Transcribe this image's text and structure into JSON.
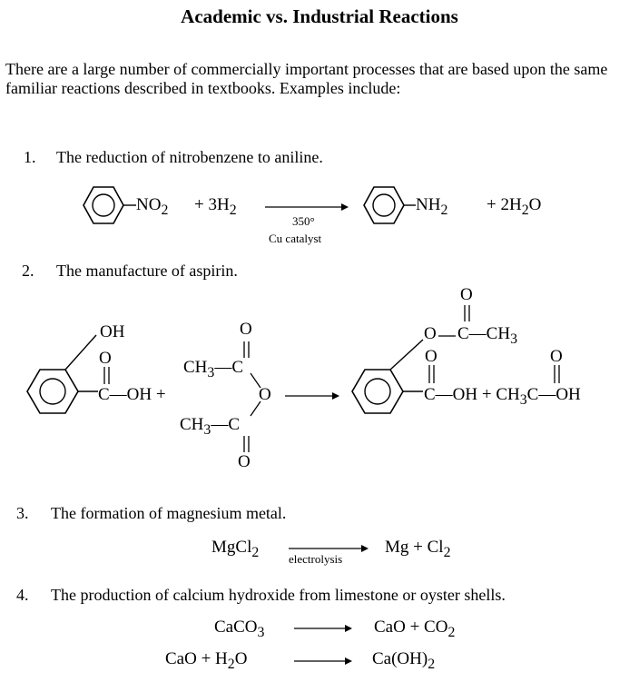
{
  "title": "Academic vs. Industrial Reactions",
  "intro": "There are a large number of commercially important processes that are based upon the same familiar reactions described in textbooks. Examples include:",
  "items": [
    {
      "number": "1.",
      "text": "The reduction of nitrobenzene to aniline."
    },
    {
      "number": "2.",
      "text": "The manufacture of aspirin."
    },
    {
      "number": "3.",
      "text": "The formation of magnesium metal."
    },
    {
      "number": "4.",
      "text": "The production of calcium hydroxide from limestone or oyster shells."
    }
  ],
  "reaction1": {
    "reactant_group": "NO",
    "reactant_group_sub": "2",
    "plus1": "+ 3H",
    "plus1_sub": "2",
    "condition_top": "350°",
    "condition_bottom": "Cu catalyst",
    "product_group": "NH",
    "product_group_sub": "2",
    "plus2": "+ 2H",
    "plus2_sub": "2",
    "plus2_tail": "O"
  },
  "reaction2": {
    "oh": "OH",
    "o": "O",
    "c": "C",
    "c_oh": "C—OH +",
    "ch3": "CH",
    "ch3_sub": "3",
    "ch3_tail": "—C",
    "bridge_o": "O",
    "product_c_ch3": "C—CH",
    "product_c_ch3_sub": "3",
    "product_tail": "C—OH + CH",
    "product_tail_sub": "3",
    "product_tail_end": "C—OH"
  },
  "reaction3": {
    "reactant": "MgCl",
    "reactant_sub": "2",
    "condition": "electrolysis",
    "product": "Mg + Cl",
    "product_sub": "2"
  },
  "reaction4a": {
    "reactant": "CaCO",
    "reactant_sub": "3",
    "product": "CaO + CO",
    "product_sub": "2"
  },
  "reaction4b": {
    "reactant": "CaO + H",
    "reactant_sub": "2",
    "reactant_tail": "O",
    "product": "Ca(OH)",
    "product_sub": "2"
  }
}
